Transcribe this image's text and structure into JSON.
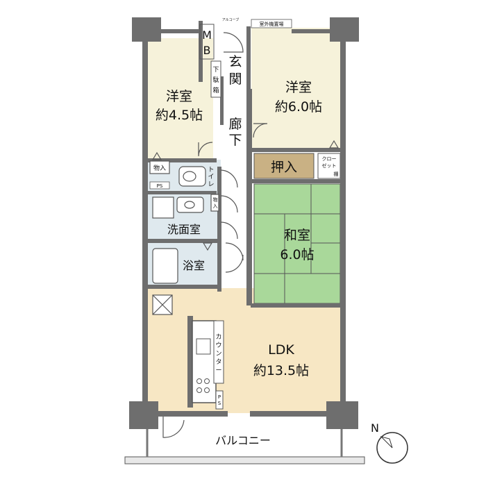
{
  "rooms": {
    "western_room_1": {
      "name": "洋室",
      "size": "約4.5帖"
    },
    "western_room_2": {
      "name": "洋室",
      "size": "約6.0帖"
    },
    "japanese_room": {
      "name": "和室",
      "size": "6.0帖"
    },
    "ldk": {
      "name": "LDK",
      "size": "約13.5帖"
    }
  },
  "labels": {
    "mb": [
      "M",
      "B"
    ],
    "entrance": [
      "玄",
      "関"
    ],
    "shoe_box": [
      "下",
      "駄",
      "箱"
    ],
    "hallway": [
      "廊",
      "下"
    ],
    "outdoor_unit": "室外機置場",
    "alcove": "アルコーブ",
    "oshiire": "押入",
    "closet": [
      "クロー",
      "ゼット"
    ],
    "closet_sub": "棚",
    "storage_left": "物入",
    "storage_mid": "物",
    "storage_mid_2": "入",
    "ps_left": "PS",
    "ps_kitchen": [
      "P",
      "S"
    ],
    "toilet": [
      "ト",
      "イ",
      "レ"
    ],
    "washroom": "洗面室",
    "bathroom": "浴室",
    "counter": [
      "カ",
      "ウ",
      "ン",
      "タ",
      "ー"
    ],
    "balcony": "バルコニー",
    "north_mark": "N"
  },
  "colors": {
    "wall": "#6e6e6e",
    "western_floor": "#f6f2da",
    "ldk_floor": "#f7e7c4",
    "tatami": "#a9d89a",
    "oshiire": "#c9b184",
    "wet_area": "#dfe9ee",
    "hall_floor": "#ffffff"
  }
}
